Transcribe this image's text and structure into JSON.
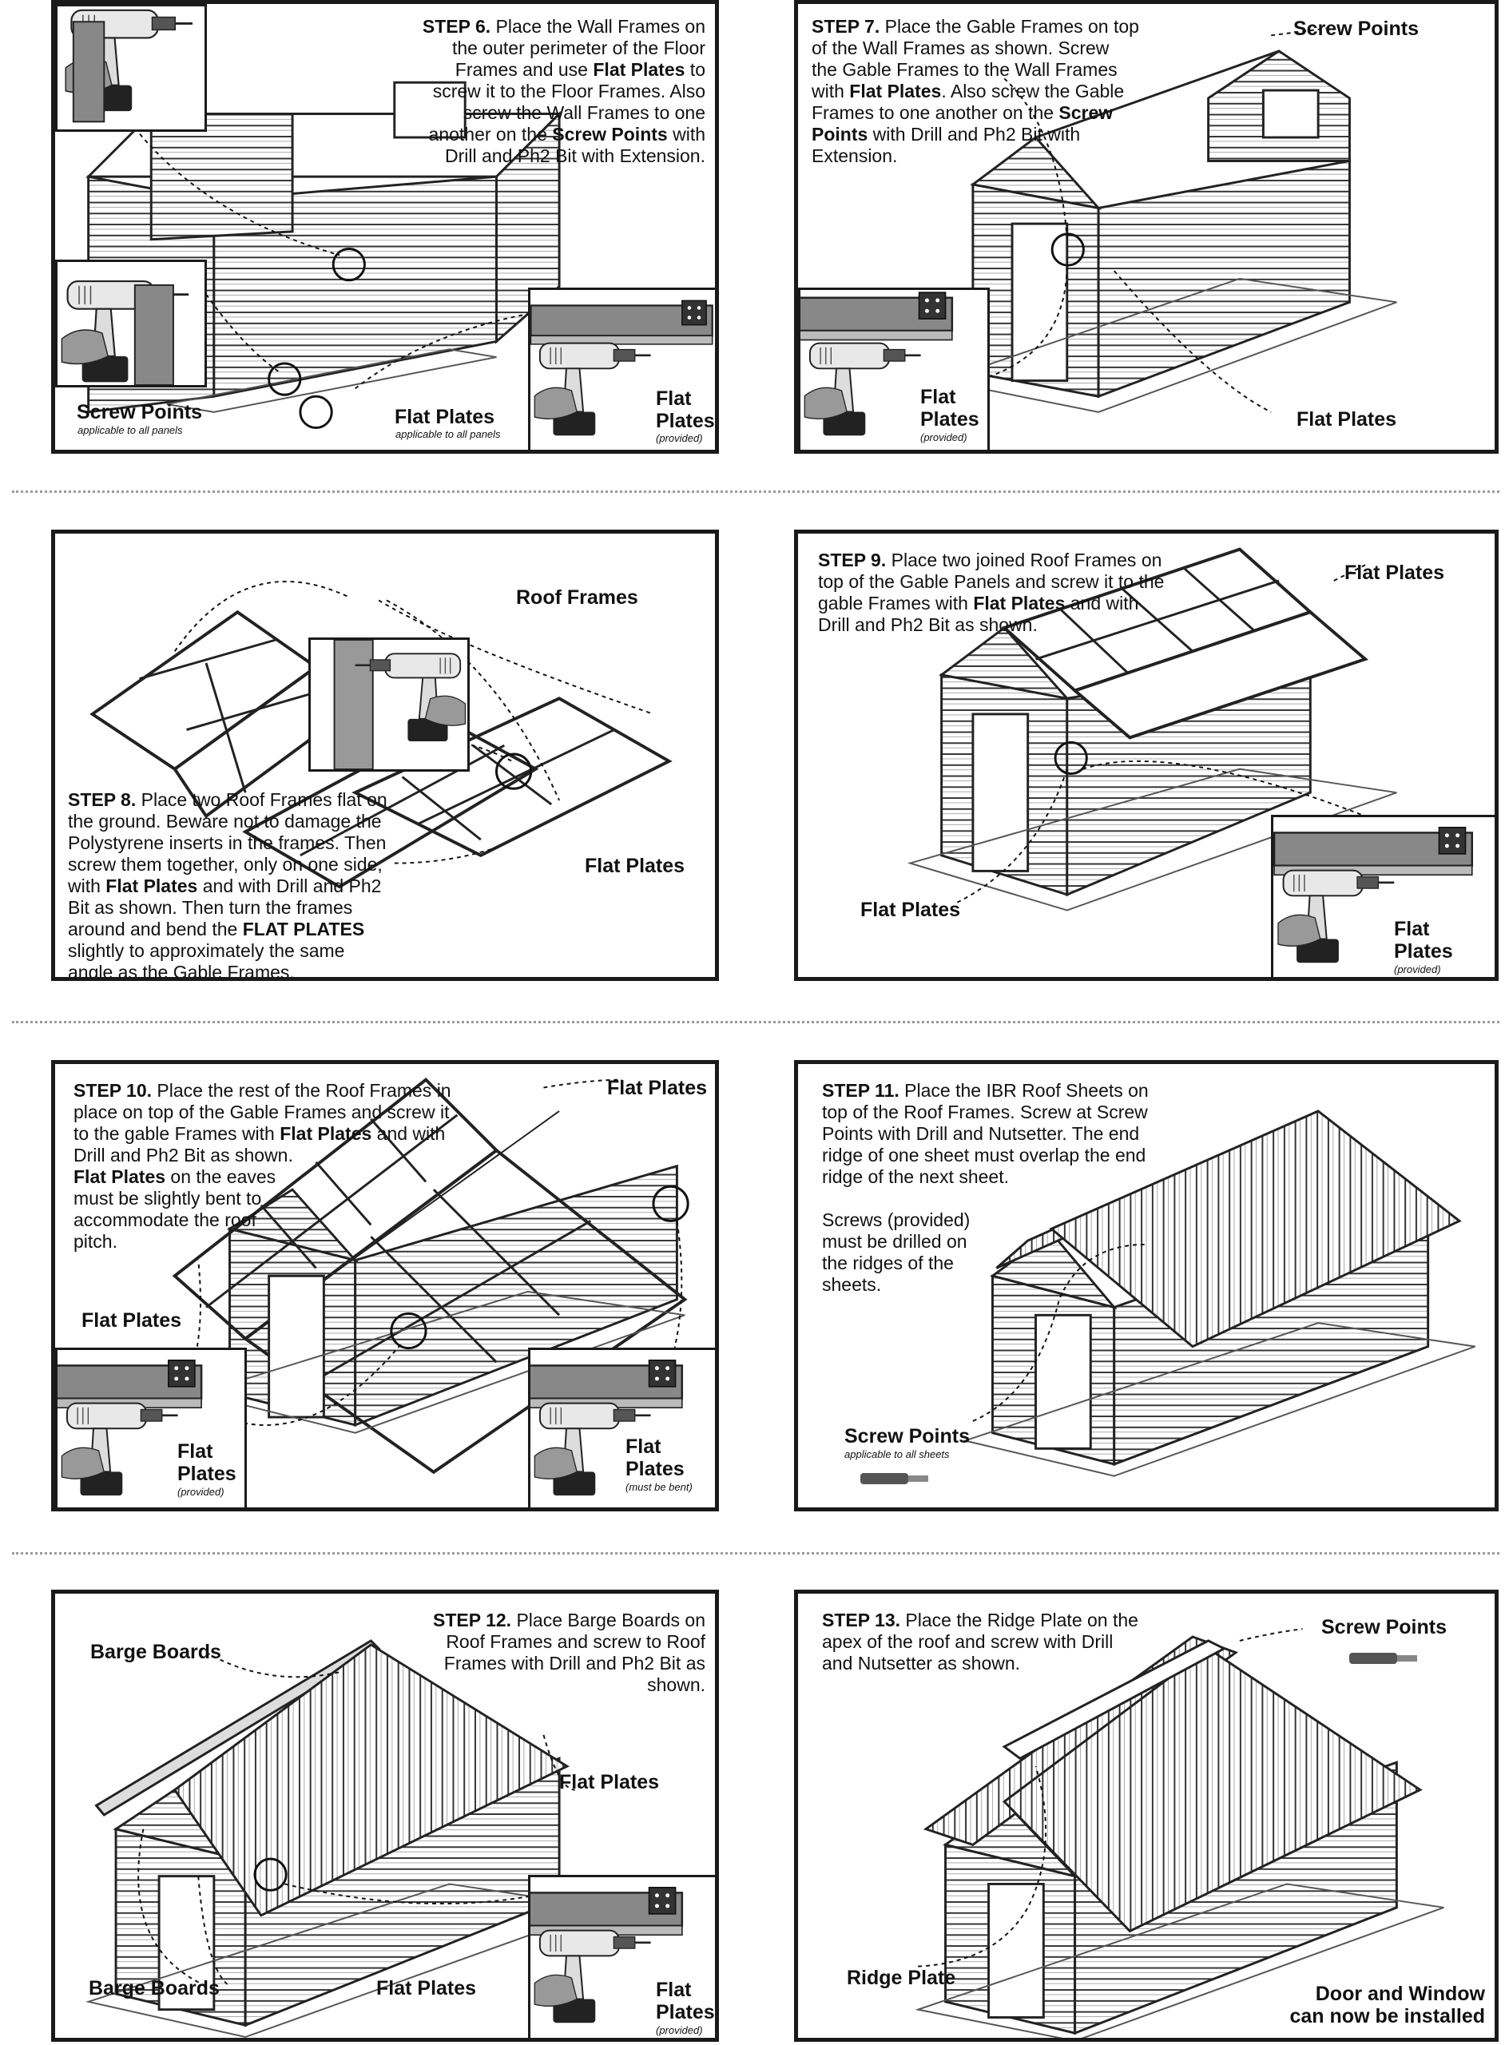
{
  "steps": {
    "s6": {
      "num": "STEP 6.",
      "t1": " Place the Wall Frames on the outer perimeter of the Floor Frames and use ",
      "b1": "Flat Plates",
      "t2": " to screw it to the Floor Frames. Also screw the Wall Frames to one another on the ",
      "b2": "Screw Points",
      "t3": " with Drill and Ph2 Bit with Extension."
    },
    "s7": {
      "num": "STEP 7.",
      "t1": " Place the Gable Frames on top of the Wall Frames as shown. Screw the Gable Frames to the Wall Frames with ",
      "b1": "Flat Plates",
      "t2": ". Also screw the Gable Frames to one another on the ",
      "b2": "Screw Points",
      "t3": " with Drill and Ph2 Bit with Extension."
    },
    "s8": {
      "num": "STEP 8.",
      "t1": " Place two Roof Frames flat on the ground. Beware not to damage the Polystyrene inserts in the frames. Then screw them together, only on one side, with ",
      "b1": "Flat Plates",
      "t2": " and with Drill and Ph2 Bit as shown. Then turn the frames around and bend the ",
      "b2": "FLAT PLATES",
      "t3": " slightly to approximately the same angle as the Gable Frames."
    },
    "s9": {
      "num": "STEP 9.",
      "t1": " Place two joined Roof Frames on top of the Gable Panels and screw it to the gable Frames with ",
      "b1": "Flat Plates",
      "t2": " and with Drill and Ph2 Bit as shown."
    },
    "s10": {
      "num": "STEP 10.",
      "t1": " Place the rest of the Roof Frames in place on top of the Gable Frames and screw it to the gable Frames with ",
      "b1": "Flat Plates",
      "t2": " and with Drill and Ph2 Bit as shown. ",
      "b2": "Flat Plates",
      "t3": " on the eaves must be slightly bent to accommodate the roof pitch."
    },
    "s11": {
      "num": "STEP 11.",
      "t1": " Place the IBR Roof Sheets on top of the Roof Frames. Screw at Screw Points with Drill and Nutsetter. The end ridge of one sheet must overlap the end ridge of the next sheet.",
      "t2": "Screws (provided) must be drilled on the ridges of the sheets."
    },
    "s12": {
      "num": "STEP 12.",
      "t1": " Place Barge Boards on Roof Frames and screw to Roof Frames with Drill and Ph2 Bit as shown."
    },
    "s13": {
      "num": "STEP 13.",
      "t1": " Place the Ridge Plate on the apex of the roof and screw with Drill and Nutsetter as shown."
    }
  },
  "labels": {
    "screw_points": "Screw Points",
    "flat_plates": "Flat Plates",
    "flat": "Flat",
    "plates": "Plates",
    "roof_frames": "Roof Frames",
    "barge_boards": "Barge Boards",
    "ridge_plate": "Ridge Plate",
    "applicable_panels": "applicable to all panels",
    "applicable_sheets": "applicable to all sheets",
    "provided": "(provided)",
    "must_be_bent": "(must be bent)",
    "door_window_1": "Door and Window",
    "door_window_2": "can now be installed"
  }
}
